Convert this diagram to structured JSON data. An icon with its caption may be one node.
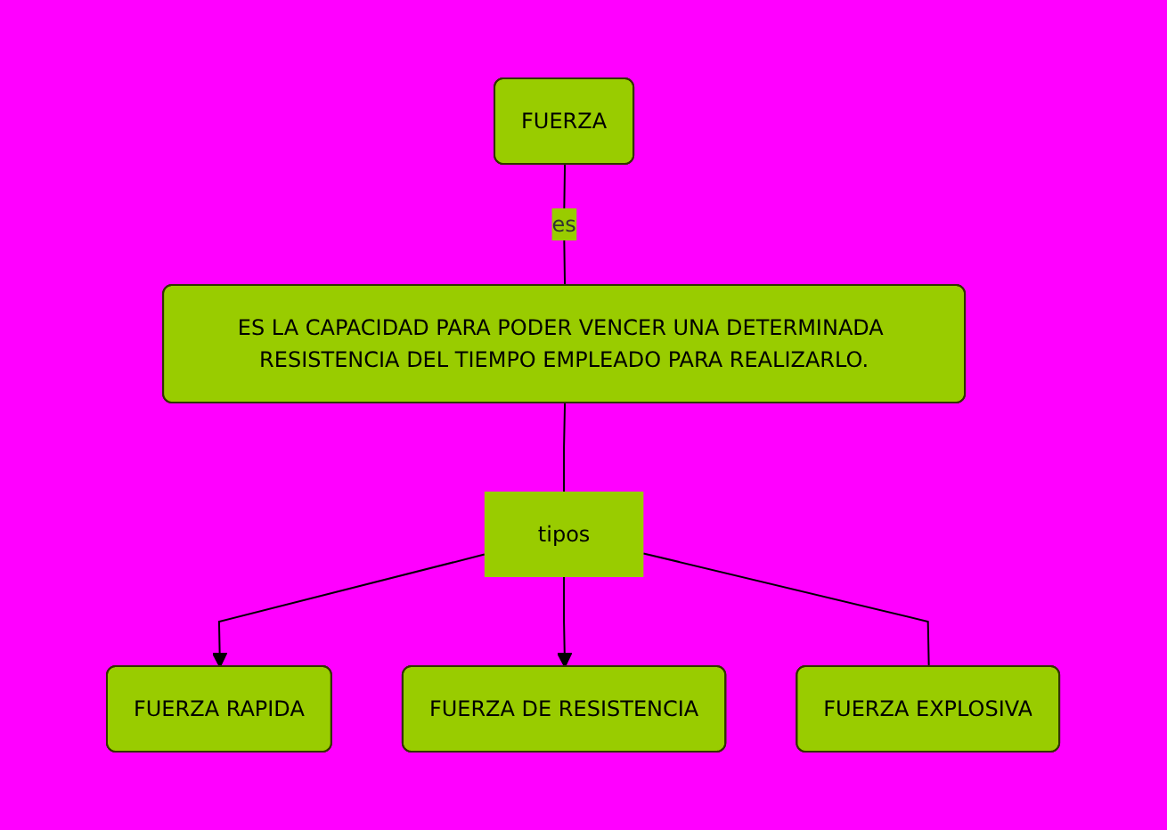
{
  "diagram": {
    "nodes": [
      {
        "text": [
          "FUERZA"
        ]
      },
      {
        "text": [
          "ES LA CAPACIDAD PARA PODER VENCER UNA DETERMINADA RESISTENCIA DEL TIEMPO EMPLEADO PARA REALIZARLO."
        ]
      },
      {
        "text": [
          "tipos"
        ]
      },
      {
        "text": [
          "FUERZA RAPIDA"
        ]
      },
      {
        "text": [
          "FUERZA DE RESISTENCIA"
        ]
      },
      {
        "text": [
          "FUERZA EXPLOSIVA"
        ]
      }
    ],
    "edges": [
      {
        "from": 0,
        "to": 1,
        "arrow": "none",
        "label": "es"
      },
      {
        "from": 1,
        "to": 2,
        "arrow": "none"
      },
      {
        "from": 2,
        "to": 3,
        "arrow": "to"
      },
      {
        "from": 2,
        "to": 4,
        "arrow": "to"
      },
      {
        "from": 2,
        "to": 5,
        "arrow": "none"
      }
    ]
  }
}
